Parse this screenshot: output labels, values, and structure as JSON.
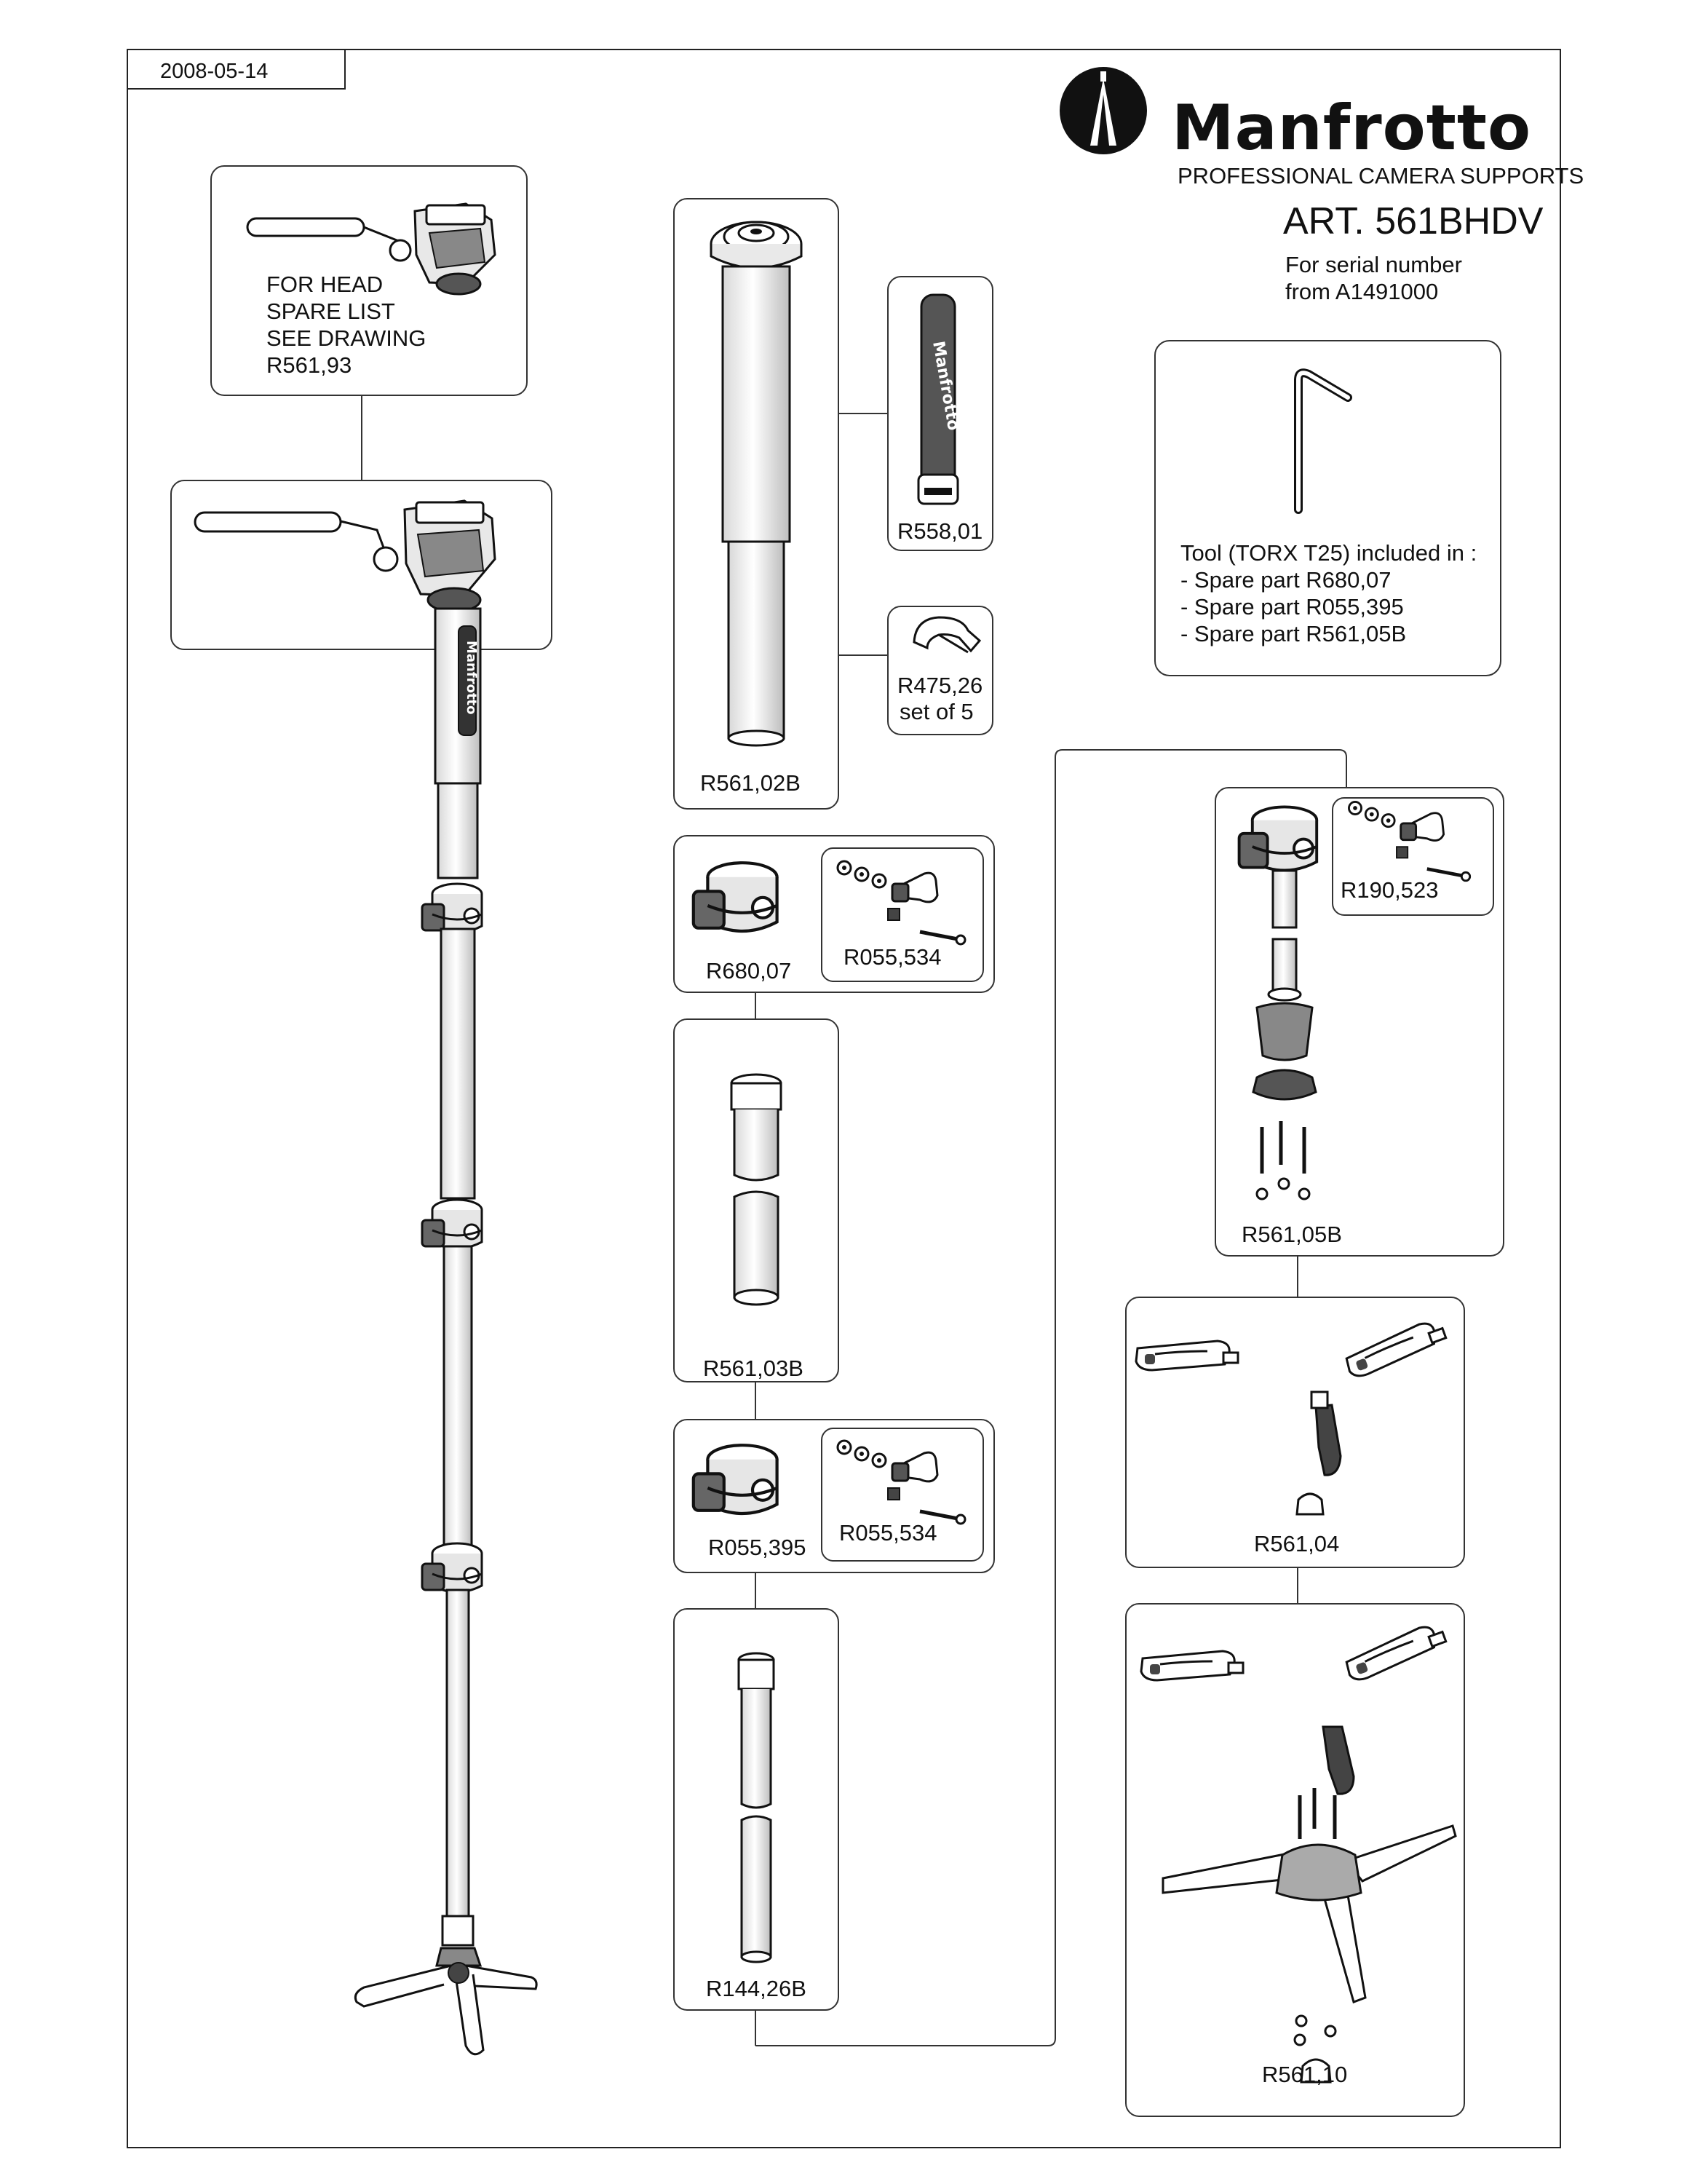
{
  "header": {
    "date": "2008-05-14",
    "brand": "Manfrotto",
    "tagline": "PROFESSIONAL CAMERA SUPPORTS",
    "article": "ART. 561BHDV",
    "serial_note": "For serial number\nfrom A1491000"
  },
  "head_note": "FOR HEAD\nSPARE LIST\nSEE DRAWING\nR561,93",
  "tool_note": "Tool (TORX T25) included in :\n- Spare part R680,07\n- Spare part R055,395\n- Spare part R561,05B",
  "parts": {
    "r561_02b": "R561,02B",
    "r558_01": "R558,01",
    "r475_26": "R475,26",
    "r475_26_sub": "set of 5",
    "r680_07": "R680,07",
    "r055_534_a": "R055,534",
    "r561_03b": "R561,03B",
    "r055_395": "R055,395",
    "r055_534_b": "R055,534",
    "r144_26b": "R144,26B",
    "r190_523": "R190,523",
    "r561_05b": "R561,05B",
    "r561_04": "R561,04",
    "r561_10": "R561,10"
  },
  "strap_text": "Manfrotto",
  "icons": [
    "manfrotto-logo-icon",
    "video-head-icon",
    "monopod-icon",
    "torx-key-icon",
    "clamp-icon",
    "leg-tube-icon",
    "screw-icon",
    "foot-icon",
    "base-icon"
  ]
}
